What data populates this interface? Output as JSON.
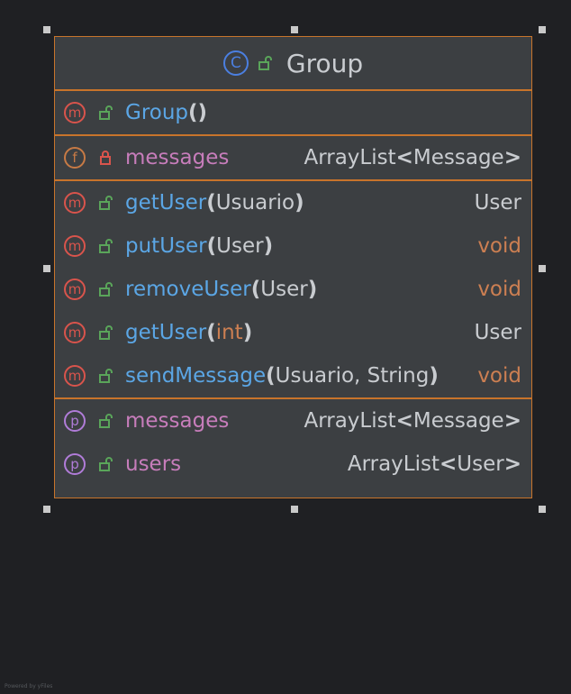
{
  "class": {
    "name": "Group",
    "kind_letter": "C"
  },
  "constructors": [
    {
      "kind": "m",
      "name": "Group",
      "params": ""
    }
  ],
  "fields": [
    {
      "kind": "f",
      "visibility": "private",
      "name": "messages",
      "type_outer": "ArrayList",
      "type_inner": "Message"
    }
  ],
  "methods": [
    {
      "kind": "m",
      "name": "getUser",
      "params": "Usuario",
      "type": "User"
    },
    {
      "kind": "m",
      "name": "putUser",
      "params": "User",
      "type": "void"
    },
    {
      "kind": "m",
      "name": "removeUser",
      "params": "User",
      "type": "void"
    },
    {
      "kind": "m",
      "name": "getUser",
      "params": "int",
      "type": "User"
    },
    {
      "kind": "m",
      "name": "sendMessage",
      "params": "Usuario, String",
      "type": "void"
    }
  ],
  "properties": [
    {
      "kind": "p",
      "name": "messages",
      "type_outer": "ArrayList",
      "type_inner": "Message"
    },
    {
      "kind": "p",
      "name": "users",
      "type_outer": "ArrayList",
      "type_inner": "User"
    }
  ],
  "syntax": {
    "open": "(",
    "close": ")",
    "lt": "<",
    "gt": ">"
  },
  "colors": {
    "border": "#c8742b",
    "method_badge": "#d9544c",
    "field_badge": "#c77a45",
    "property_badge": "#b07cd8",
    "class_badge": "#4b7fe0",
    "public_lock": "#5aa55a",
    "private_lock": "#d9544c"
  },
  "icons": {
    "public": "unlocked-padlock-icon",
    "private": "locked-padlock-icon",
    "class": "class-badge-icon",
    "method": "method-badge-icon",
    "field": "field-badge-icon",
    "property": "property-badge-icon"
  },
  "watermark": "Powered by yFiles"
}
